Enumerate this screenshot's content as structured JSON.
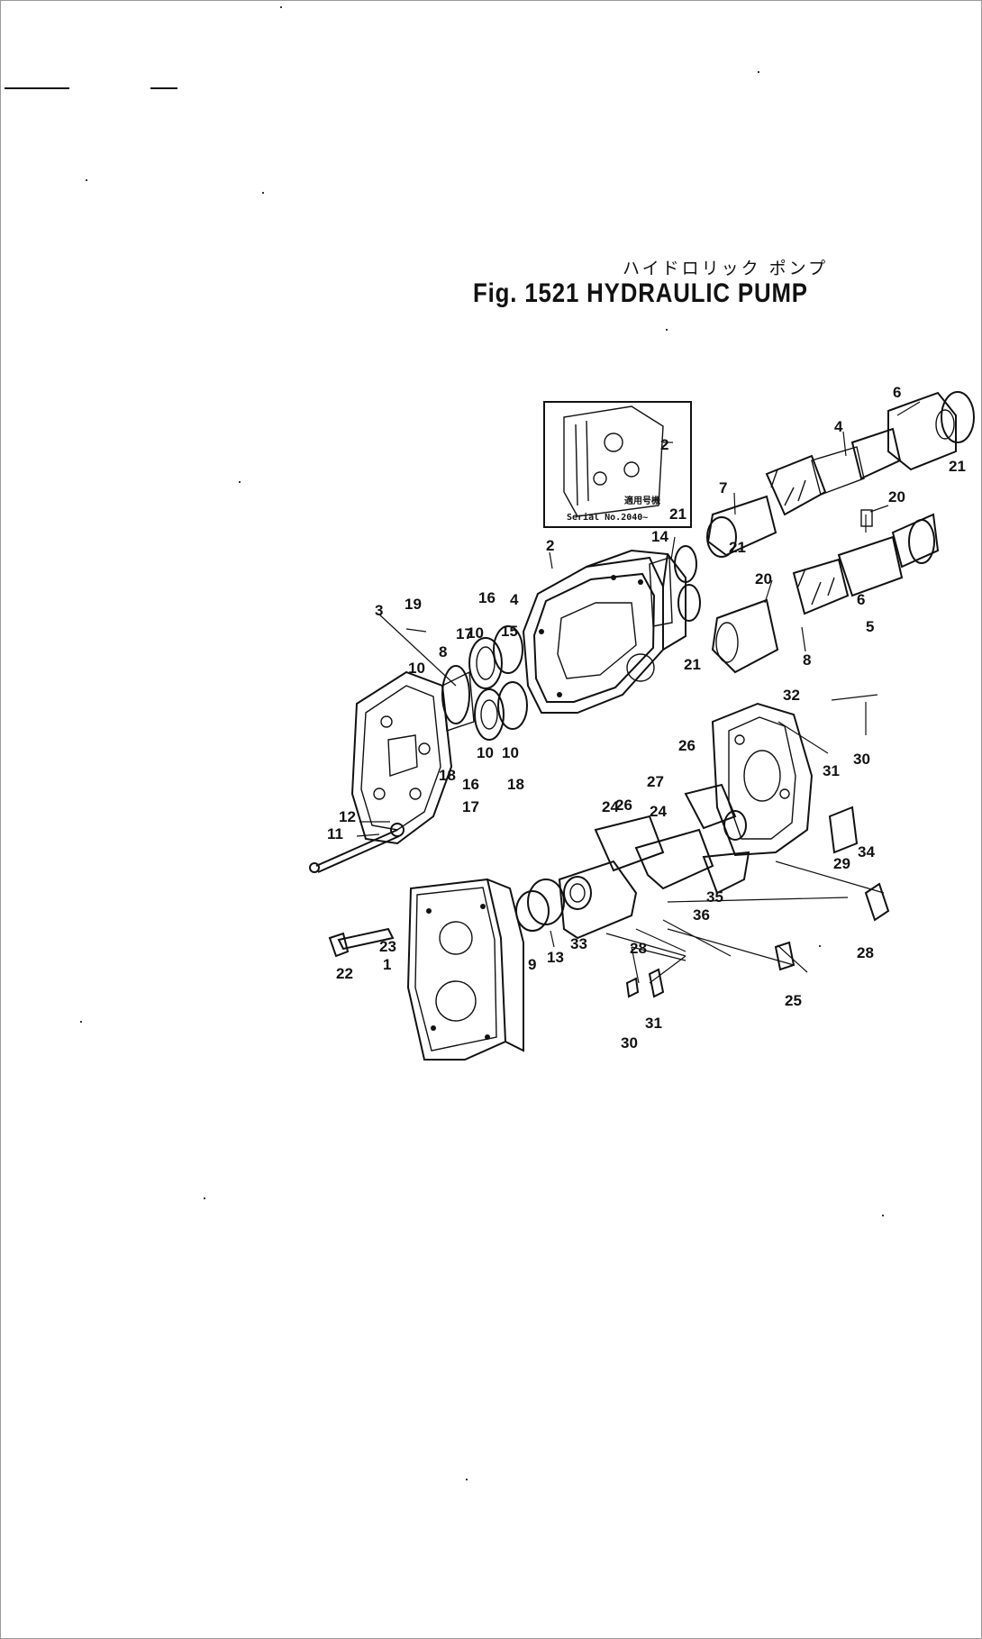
{
  "figure": {
    "title_jp": "ハイドロリック ポンプ",
    "title": "Fig. 1521 HYDRAULIC PUMP"
  },
  "inset": {
    "text_jp": "適用号機",
    "text": "Serial No.2040~"
  },
  "callouts": [
    "2",
    "21",
    "6",
    "4",
    "21",
    "7",
    "20",
    "14",
    "21",
    "2",
    "21",
    "20",
    "6",
    "5",
    "8",
    "18",
    "4",
    "19",
    "10",
    "3",
    "17",
    "16",
    "8",
    "10",
    "15",
    "10",
    "10",
    "18",
    "16",
    "17",
    "32",
    "30",
    "31",
    "24",
    "26",
    "27",
    "26",
    "24",
    "12",
    "11",
    "29",
    "34",
    "35",
    "36",
    "23",
    "1",
    "9",
    "13",
    "33",
    "28",
    "28",
    "22",
    "25",
    "31",
    "30"
  ]
}
